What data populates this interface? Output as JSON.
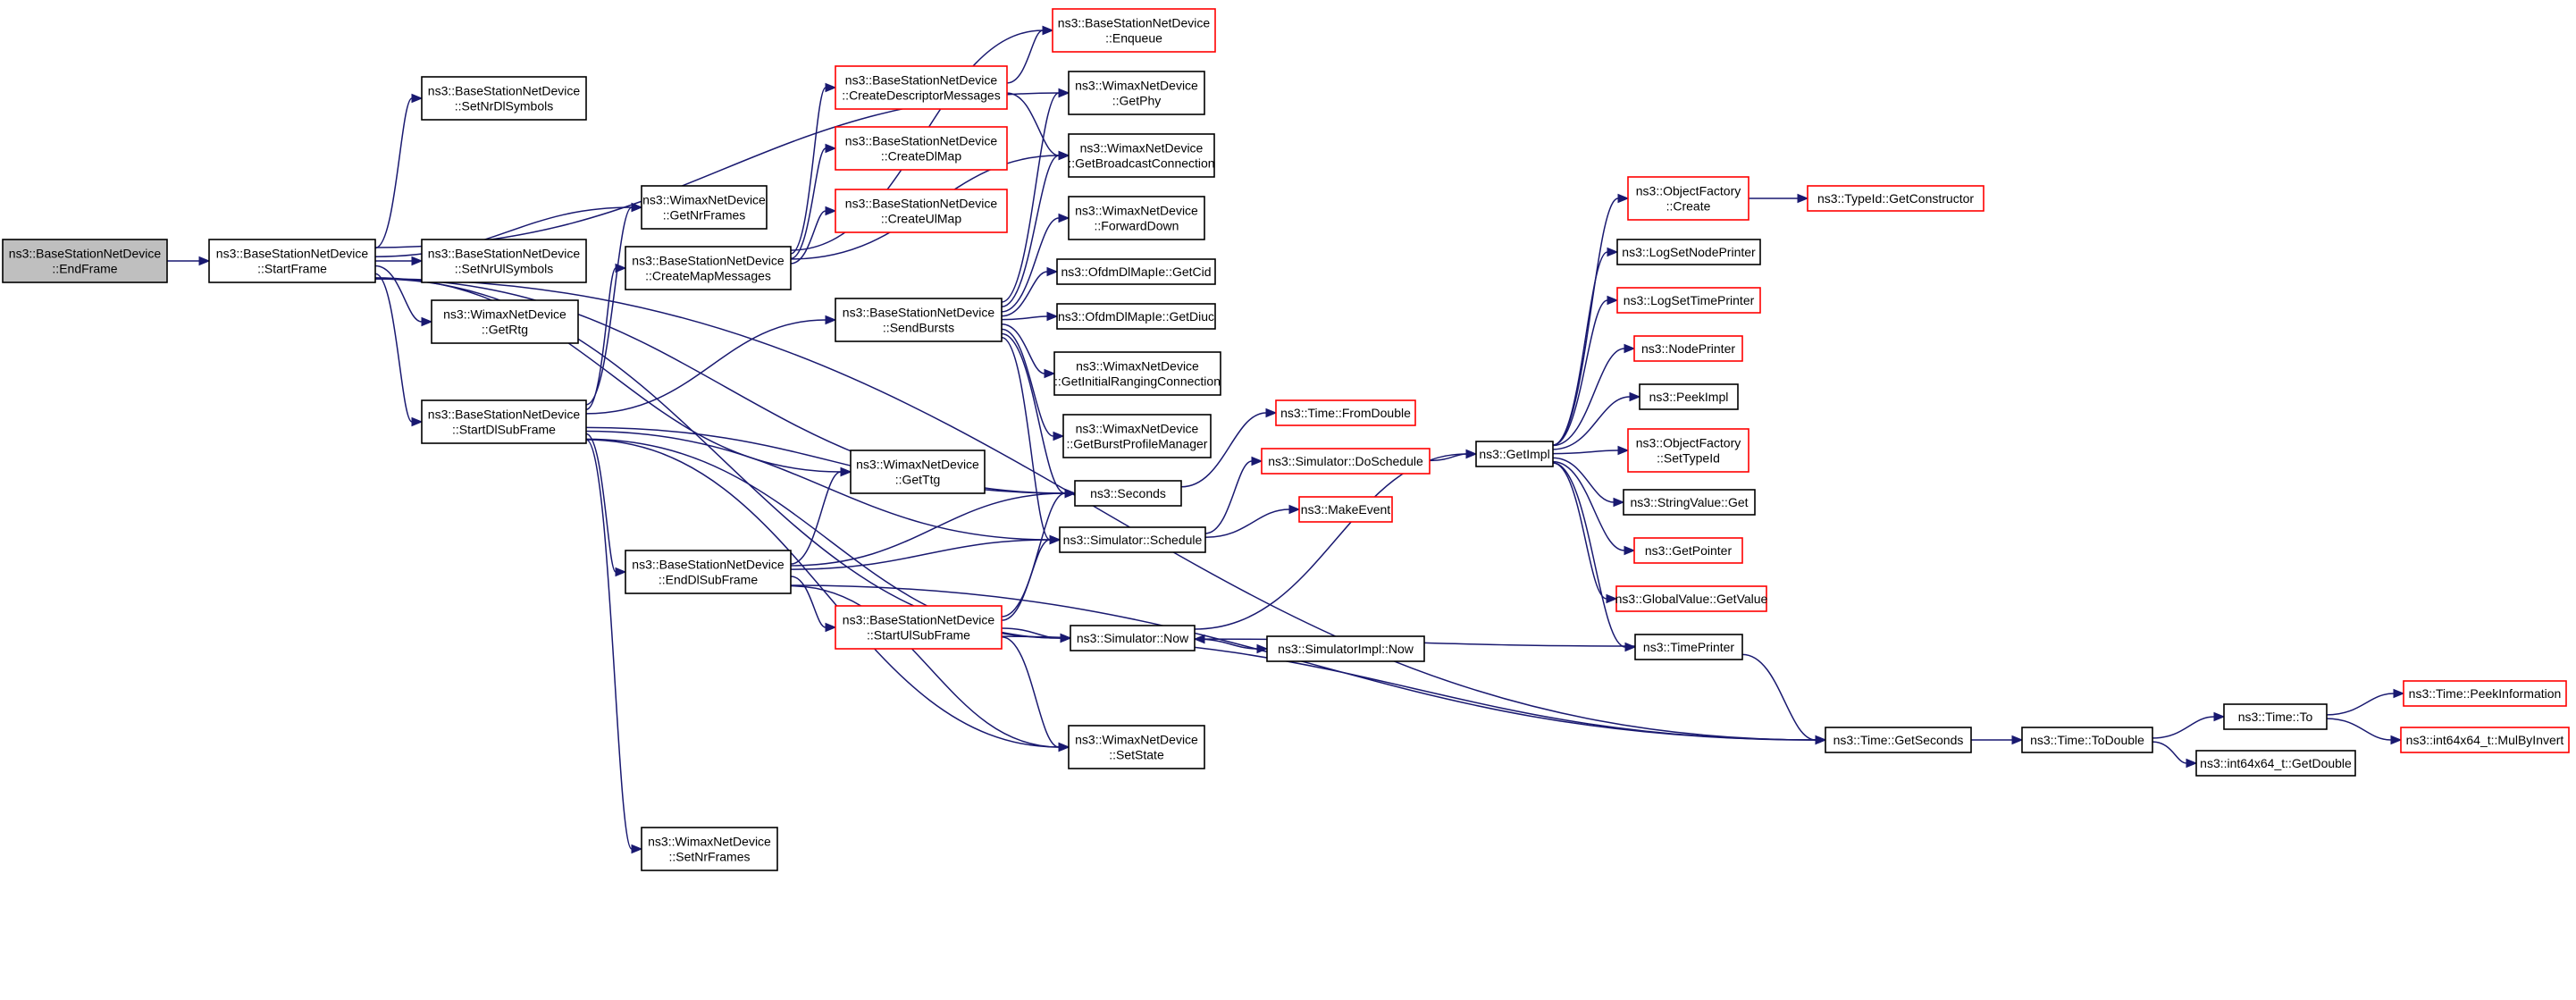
{
  "nodes": [
    {
      "id": "root",
      "lines": [
        "ns3::BaseStationNetDevice",
        "::EndFrame"
      ],
      "border": "gray"
    },
    {
      "id": "startframe",
      "lines": [
        "ns3::BaseStationNetDevice",
        "::StartFrame"
      ],
      "border": "black"
    },
    {
      "id": "setnrdlsymbols",
      "lines": [
        "ns3::BaseStationNetDevice",
        "::SetNrDlSymbols"
      ],
      "border": "black"
    },
    {
      "id": "getnrframes",
      "lines": [
        "ns3::WimaxNetDevice",
        "::GetNrFrames"
      ],
      "border": "black"
    },
    {
      "id": "setnrulsymbols",
      "lines": [
        "ns3::BaseStationNetDevice",
        "::SetNrUlSymbols"
      ],
      "border": "black"
    },
    {
      "id": "getrtg",
      "lines": [
        "ns3::WimaxNetDevice",
        "::GetRtg"
      ],
      "border": "black"
    },
    {
      "id": "startdlsubframe",
      "lines": [
        "ns3::BaseStationNetDevice",
        "::StartDlSubFrame"
      ],
      "border": "black"
    },
    {
      "id": "createmapmessages",
      "lines": [
        "ns3::BaseStationNetDevice",
        "::CreateMapMessages"
      ],
      "border": "black"
    },
    {
      "id": "createdescriptor",
      "lines": [
        "ns3::BaseStationNetDevice",
        "::CreateDescriptorMessages"
      ],
      "border": "red"
    },
    {
      "id": "createdlmap",
      "lines": [
        "ns3::BaseStationNetDevice",
        "::CreateDlMap"
      ],
      "border": "red"
    },
    {
      "id": "createulmap",
      "lines": [
        "ns3::BaseStationNetDevice",
        "::CreateUlMap"
      ],
      "border": "red"
    },
    {
      "id": "sendbursts",
      "lines": [
        "ns3::BaseStationNetDevice",
        "::SendBursts"
      ],
      "border": "black"
    },
    {
      "id": "getttg",
      "lines": [
        "ns3::WimaxNetDevice",
        "::GetTtg"
      ],
      "border": "black"
    },
    {
      "id": "enddlsubframe",
      "lines": [
        "ns3::BaseStationNetDevice",
        "::EndDlSubFrame"
      ],
      "border": "black"
    },
    {
      "id": "startulsubframe",
      "lines": [
        "ns3::BaseStationNetDevice",
        "::StartUlSubFrame"
      ],
      "border": "red"
    },
    {
      "id": "setnrframes",
      "lines": [
        "ns3::WimaxNetDevice",
        "::SetNrFrames"
      ],
      "border": "black"
    },
    {
      "id": "enqueue",
      "lines": [
        "ns3::BaseStationNetDevice",
        "::Enqueue"
      ],
      "border": "red"
    },
    {
      "id": "getphy",
      "lines": [
        "ns3::WimaxNetDevice",
        "::GetPhy"
      ],
      "border": "black"
    },
    {
      "id": "getbroadcast",
      "lines": [
        "ns3::WimaxNetDevice",
        "::GetBroadcastConnection"
      ],
      "border": "black"
    },
    {
      "id": "forwarddown",
      "lines": [
        "ns3::WimaxNetDevice",
        "::ForwardDown"
      ],
      "border": "black"
    },
    {
      "id": "getcid",
      "lines": [
        "ns3::OfdmDlMapIe::GetCid"
      ],
      "border": "black"
    },
    {
      "id": "getdiuc",
      "lines": [
        "ns3::OfdmDlMapIe::GetDiuc"
      ],
      "border": "black"
    },
    {
      "id": "getinitialranging",
      "lines": [
        "ns3::WimaxNetDevice",
        "::GetInitialRangingConnection"
      ],
      "border": "black"
    },
    {
      "id": "getburstprofile",
      "lines": [
        "ns3::WimaxNetDevice",
        "::GetBurstProfileManager"
      ],
      "border": "black"
    },
    {
      "id": "seconds",
      "lines": [
        "ns3::Seconds"
      ],
      "border": "black"
    },
    {
      "id": "schedule",
      "lines": [
        "ns3::Simulator::Schedule"
      ],
      "border": "black"
    },
    {
      "id": "simnow",
      "lines": [
        "ns3::Simulator::Now"
      ],
      "border": "black"
    },
    {
      "id": "setstate",
      "lines": [
        "ns3::WimaxNetDevice",
        "::SetState"
      ],
      "border": "black"
    },
    {
      "id": "fromdouble",
      "lines": [
        "ns3::Time::FromDouble"
      ],
      "border": "red"
    },
    {
      "id": "doschedule",
      "lines": [
        "ns3::Simulator::DoSchedule"
      ],
      "border": "red"
    },
    {
      "id": "makeevent",
      "lines": [
        "ns3::MakeEvent"
      ],
      "border": "red"
    },
    {
      "id": "simimplnow",
      "lines": [
        "ns3::SimulatorImpl::Now"
      ],
      "border": "black"
    },
    {
      "id": "getimpl",
      "lines": [
        "ns3::GetImpl"
      ],
      "border": "black"
    },
    {
      "id": "ofcreate",
      "lines": [
        "ns3::ObjectFactory",
        "::Create"
      ],
      "border": "red"
    },
    {
      "id": "getconstructor",
      "lines": [
        "ns3::TypeId::GetConstructor"
      ],
      "border": "red"
    },
    {
      "id": "logsetnodeprinter",
      "lines": [
        "ns3::LogSetNodePrinter"
      ],
      "border": "black"
    },
    {
      "id": "logsettimeprinter",
      "lines": [
        "ns3::LogSetTimePrinter"
      ],
      "border": "red"
    },
    {
      "id": "nodeprinter",
      "lines": [
        "ns3::NodePrinter"
      ],
      "border": "red"
    },
    {
      "id": "peekimpl",
      "lines": [
        "ns3::PeekImpl"
      ],
      "border": "black"
    },
    {
      "id": "ofsettypeid",
      "lines": [
        "ns3::ObjectFactory",
        "::SetTypeId"
      ],
      "border": "red"
    },
    {
      "id": "stringvalueget",
      "lines": [
        "ns3::StringValue::Get"
      ],
      "border": "black"
    },
    {
      "id": "getpointer",
      "lines": [
        "ns3::GetPointer"
      ],
      "border": "red"
    },
    {
      "id": "globalvalue",
      "lines": [
        "ns3::GlobalValue::GetValue"
      ],
      "border": "red"
    },
    {
      "id": "timeprinter",
      "lines": [
        "ns3::TimePrinter"
      ],
      "border": "black"
    },
    {
      "id": "getseconds",
      "lines": [
        "ns3::Time::GetSeconds"
      ],
      "border": "black"
    },
    {
      "id": "todouble",
      "lines": [
        "ns3::Time::ToDouble"
      ],
      "border": "black"
    },
    {
      "id": "timeto",
      "lines": [
        "ns3::Time::To"
      ],
      "border": "black"
    },
    {
      "id": "getdouble",
      "lines": [
        "ns3::int64x64_t::GetDouble"
      ],
      "border": "black"
    },
    {
      "id": "peekinformation",
      "lines": [
        "ns3::Time::PeekInformation"
      ],
      "border": "red"
    },
    {
      "id": "mulbyinvert",
      "lines": [
        "ns3::int64x64_t::MulByInvert"
      ],
      "border": "red"
    }
  ],
  "edges": [
    [
      "root",
      "startframe"
    ],
    [
      "startframe",
      "setnrdlsymbols"
    ],
    [
      "startframe",
      "getnrframes"
    ],
    [
      "startframe",
      "setnrulsymbols"
    ],
    [
      "startframe",
      "getrtg"
    ],
    [
      "startframe",
      "startdlsubframe"
    ],
    [
      "startframe",
      "getphy"
    ],
    [
      "startframe",
      "getttg"
    ],
    [
      "startframe",
      "seconds"
    ],
    [
      "startframe",
      "simnow"
    ],
    [
      "startframe",
      "getseconds"
    ],
    [
      "startdlsubframe",
      "getnrframes"
    ],
    [
      "startdlsubframe",
      "createmapmessages"
    ],
    [
      "startdlsubframe",
      "sendbursts"
    ],
    [
      "startdlsubframe",
      "enddlsubframe"
    ],
    [
      "startdlsubframe",
      "seconds"
    ],
    [
      "startdlsubframe",
      "schedule"
    ],
    [
      "startdlsubframe",
      "setnrframes"
    ],
    [
      "startdlsubframe",
      "setstate"
    ],
    [
      "startdlsubframe",
      "simnow"
    ],
    [
      "createmapmessages",
      "createdescriptor"
    ],
    [
      "createmapmessages",
      "createdlmap"
    ],
    [
      "createmapmessages",
      "createulmap"
    ],
    [
      "createmapmessages",
      "enqueue"
    ],
    [
      "createmapmessages",
      "getbroadcast"
    ],
    [
      "createdescriptor",
      "enqueue"
    ],
    [
      "createdescriptor",
      "getbroadcast"
    ],
    [
      "sendbursts",
      "getphy"
    ],
    [
      "sendbursts",
      "getbroadcast"
    ],
    [
      "sendbursts",
      "forwarddown"
    ],
    [
      "sendbursts",
      "getcid"
    ],
    [
      "sendbursts",
      "getdiuc"
    ],
    [
      "sendbursts",
      "getinitialranging"
    ],
    [
      "sendbursts",
      "getburstprofile"
    ],
    [
      "sendbursts",
      "seconds"
    ],
    [
      "sendbursts",
      "schedule"
    ],
    [
      "enddlsubframe",
      "getttg"
    ],
    [
      "enddlsubframe",
      "seconds"
    ],
    [
      "enddlsubframe",
      "schedule"
    ],
    [
      "enddlsubframe",
      "startulsubframe"
    ],
    [
      "enddlsubframe",
      "setstate"
    ],
    [
      "enddlsubframe",
      "getseconds"
    ],
    [
      "startulsubframe",
      "seconds"
    ],
    [
      "startulsubframe",
      "schedule"
    ],
    [
      "startulsubframe",
      "simnow"
    ],
    [
      "startulsubframe",
      "setstate"
    ],
    [
      "startulsubframe",
      "getseconds"
    ],
    [
      "seconds",
      "fromdouble"
    ],
    [
      "schedule",
      "doschedule"
    ],
    [
      "schedule",
      "makeevent"
    ],
    [
      "doschedule",
      "getimpl"
    ],
    [
      "simnow",
      "getimpl"
    ],
    [
      "simnow",
      "simimplnow"
    ],
    [
      "getimpl",
      "ofcreate"
    ],
    [
      "getimpl",
      "logsetnodeprinter"
    ],
    [
      "getimpl",
      "logsettimeprinter"
    ],
    [
      "getimpl",
      "nodeprinter"
    ],
    [
      "getimpl",
      "peekimpl"
    ],
    [
      "getimpl",
      "ofsettypeid"
    ],
    [
      "getimpl",
      "stringvalueget"
    ],
    [
      "getimpl",
      "getpointer"
    ],
    [
      "getimpl",
      "globalvalue"
    ],
    [
      "getimpl",
      "timeprinter"
    ],
    [
      "ofcreate",
      "getconstructor"
    ],
    [
      "timeprinter",
      "simnow"
    ],
    [
      "timeprinter",
      "getseconds"
    ],
    [
      "getseconds",
      "todouble"
    ],
    [
      "todouble",
      "timeto"
    ],
    [
      "todouble",
      "getdouble"
    ],
    [
      "timeto",
      "peekinformation"
    ],
    [
      "timeto",
      "mulbyinvert"
    ]
  ]
}
